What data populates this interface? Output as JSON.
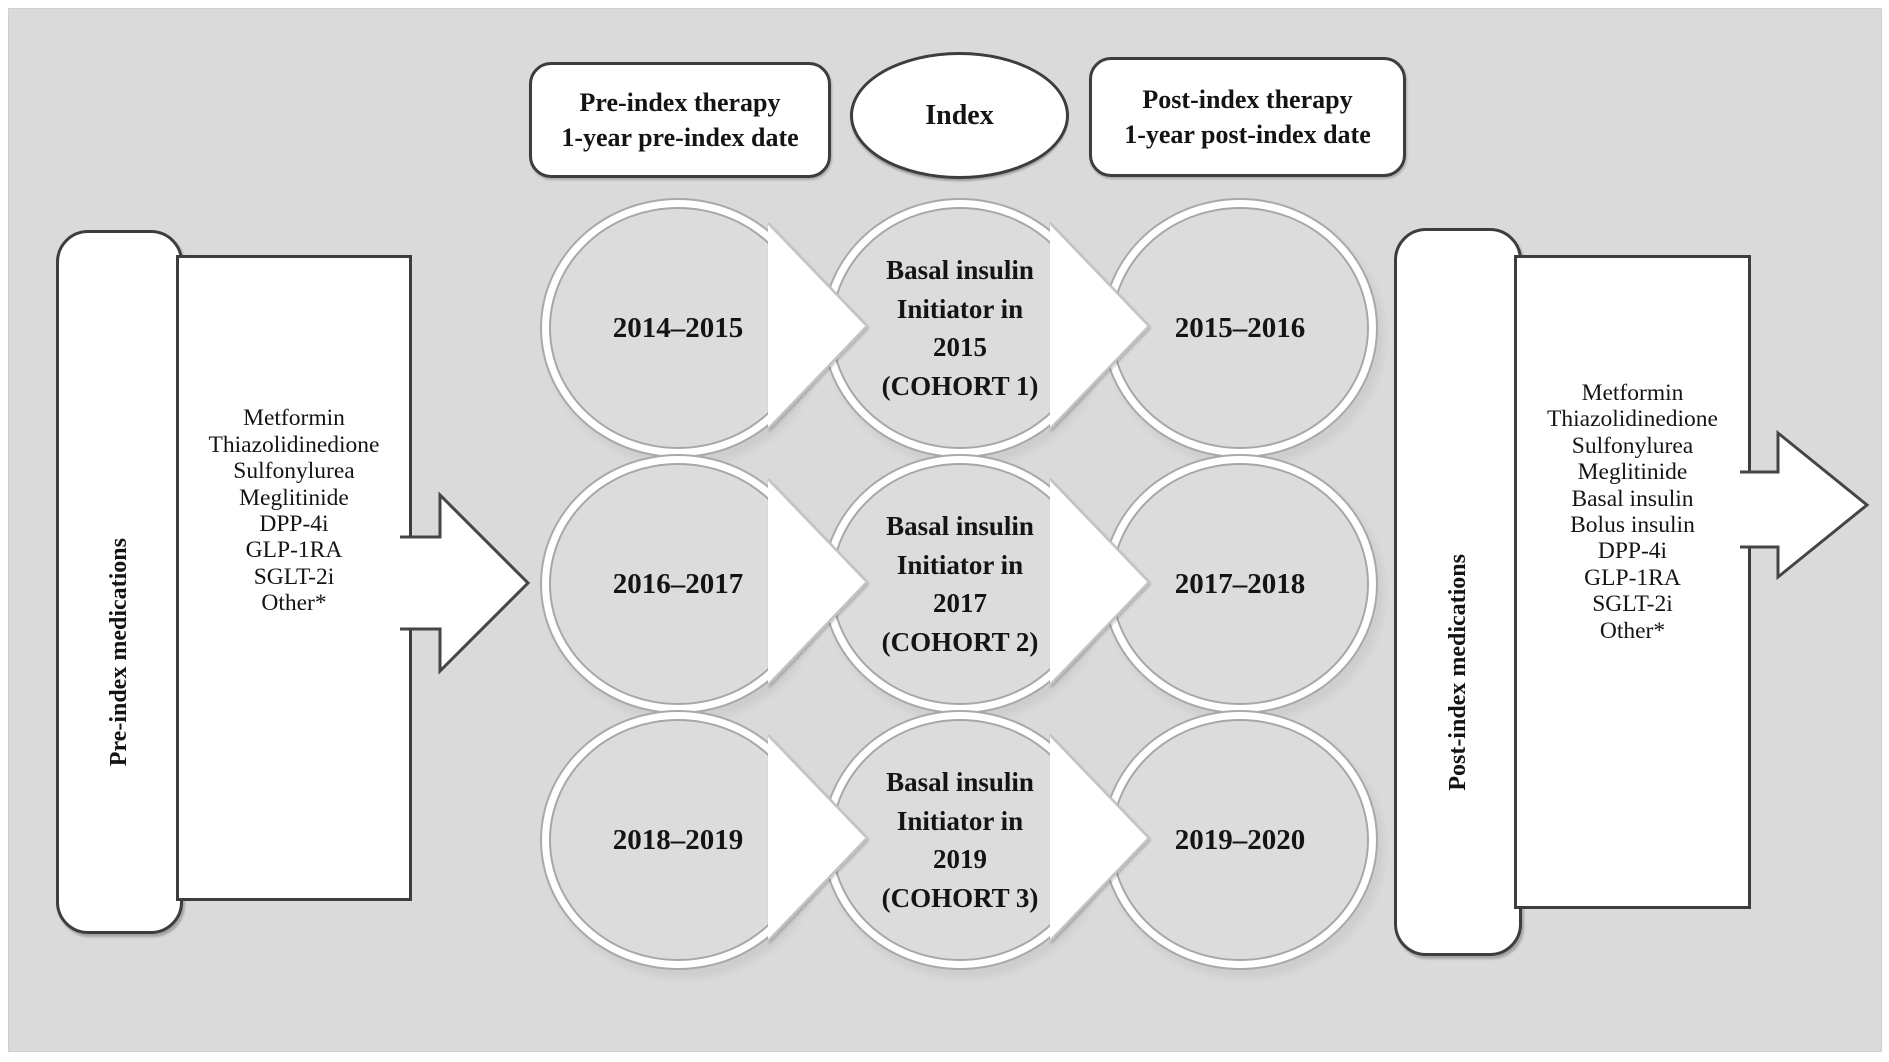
{
  "colors": {
    "background": "#dadada",
    "node_fill": "#dcdcdc",
    "shape_fill": "#ffffff",
    "border_dark": "#3d3d3d",
    "ring_gray": "#a9a9a9",
    "text": "#141414"
  },
  "timeline_header": {
    "pre_index_box": {
      "line1": "Pre-index therapy",
      "line2": "1-year pre-index date"
    },
    "index_ellipse": {
      "label": "Index"
    },
    "post_index_box": {
      "line1": "Post-index therapy",
      "line2": "1-year post-index date"
    }
  },
  "pre_index_panel": {
    "vertical_label": "Pre-index medications",
    "medications": [
      "Metformin",
      "Thiazolidinedione",
      "Sulfonylurea",
      "Meglitinide",
      "DPP-4i",
      "GLP-1RA",
      "SGLT-2i",
      "Other*"
    ]
  },
  "post_index_panel": {
    "vertical_label": "Post-index medications",
    "medications": [
      "Metformin",
      "Thiazolidinedione",
      "Sulfonylurea",
      "Meglitinide",
      "Basal insulin",
      "Bolus insulin",
      "DPP-4i",
      "GLP-1RA",
      "SGLT-2i",
      "Other*"
    ]
  },
  "cohorts": [
    {
      "pre_period": "2014–2015",
      "lines": [
        "Basal insulin",
        "Initiator in",
        "2015",
        "(COHORT 1)"
      ],
      "post_period": "2015–2016"
    },
    {
      "pre_period": "2016–2017",
      "lines": [
        "Basal insulin",
        "Initiator in",
        "2017",
        "(COHORT 2)"
      ],
      "post_period": "2017–2018"
    },
    {
      "pre_period": "2018–2019",
      "lines": [
        "Basal insulin",
        "Initiator in",
        "2019",
        "(COHORT 3)"
      ],
      "post_period": "2019–2020"
    }
  ]
}
